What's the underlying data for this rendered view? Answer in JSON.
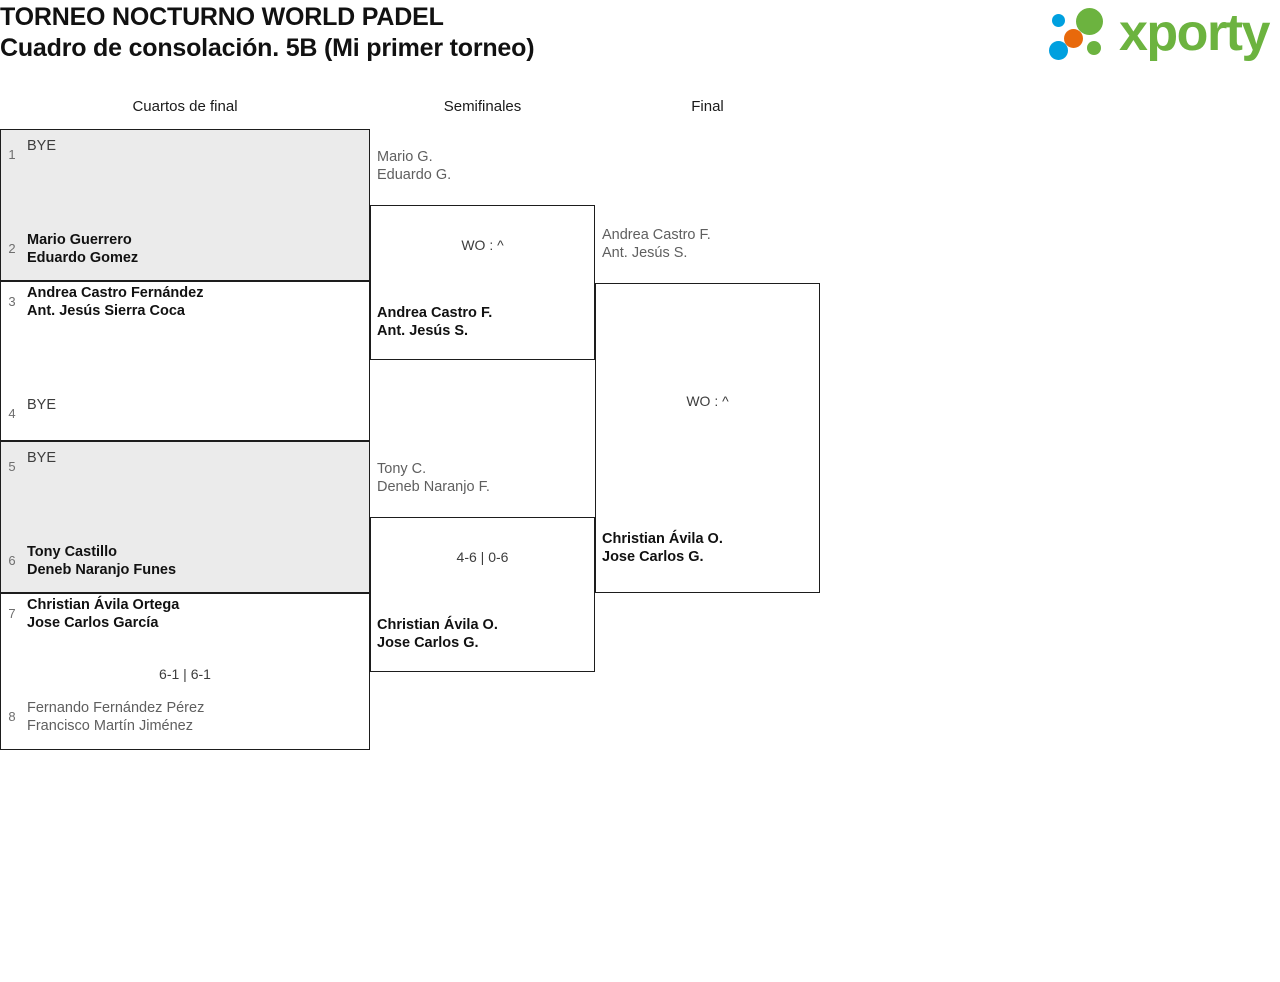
{
  "header": {
    "title_line1": "TORNEO NOCTURNO WORLD PADEL",
    "title_line2": "Cuadro de consolación. 5B (Mi primer torneo)"
  },
  "logo": {
    "wordmark": "xporty",
    "green": "#6cb33f",
    "blue": "#00a0df",
    "orange": "#e8690b"
  },
  "rounds": [
    {
      "label": "Cuartos de final"
    },
    {
      "label": "Semifinales"
    },
    {
      "label": "Final"
    }
  ],
  "quarters": [
    {
      "seed": "1",
      "line1": "BYE",
      "line2": "",
      "state": "neutral"
    },
    {
      "seed": "2",
      "line1": "Mario Guerrero",
      "line2": "Eduardo Gomez",
      "state": "winner"
    },
    {
      "seed": "3",
      "line1": "Andrea Castro Fernández",
      "line2": "Ant. Jesús Sierra Coca",
      "state": "winner"
    },
    {
      "seed": "4",
      "line1": "BYE",
      "line2": "",
      "state": "neutral"
    },
    {
      "seed": "5",
      "line1": "BYE",
      "line2": "",
      "state": "neutral"
    },
    {
      "seed": "6",
      "line1": "Tony Castillo",
      "line2": "Deneb Naranjo Funes",
      "state": "winner"
    },
    {
      "seed": "7",
      "line1": "Christian Ávila Ortega",
      "line2": "Jose Carlos García",
      "state": "winner"
    },
    {
      "seed": "8",
      "line1": "Fernando Fernández Pérez",
      "line2": "Francisco Martín Jiménez",
      "state": "loser"
    }
  ],
  "quarter_scores": [
    {
      "text": ""
    },
    {
      "text": ""
    },
    {
      "text": ""
    },
    {
      "text": "6-1 | 6-1"
    }
  ],
  "semifinals": [
    {
      "line1": "Mario G.",
      "line2": "Eduardo G.",
      "state": "loser"
    },
    {
      "line1": "Andrea Castro F.",
      "line2": "Ant. Jesús S.",
      "state": "winner"
    },
    {
      "line1": "Tony C.",
      "line2": "Deneb Naranjo F.",
      "state": "loser"
    },
    {
      "line1": "Christian Ávila O.",
      "line2": "Jose Carlos G.",
      "state": "winner"
    }
  ],
  "semifinal_scores": [
    {
      "text": "WO : ^"
    },
    {
      "text": "4-6 | 0-6"
    }
  ],
  "final": [
    {
      "line1": "Andrea Castro F.",
      "line2": "Ant. Jesús S.",
      "state": "loser"
    },
    {
      "line1": "Christian Ávila O.",
      "line2": "Jose Carlos G.",
      "state": "winner"
    }
  ],
  "final_scores": [
    {
      "text": "WO : ^"
    }
  ]
}
